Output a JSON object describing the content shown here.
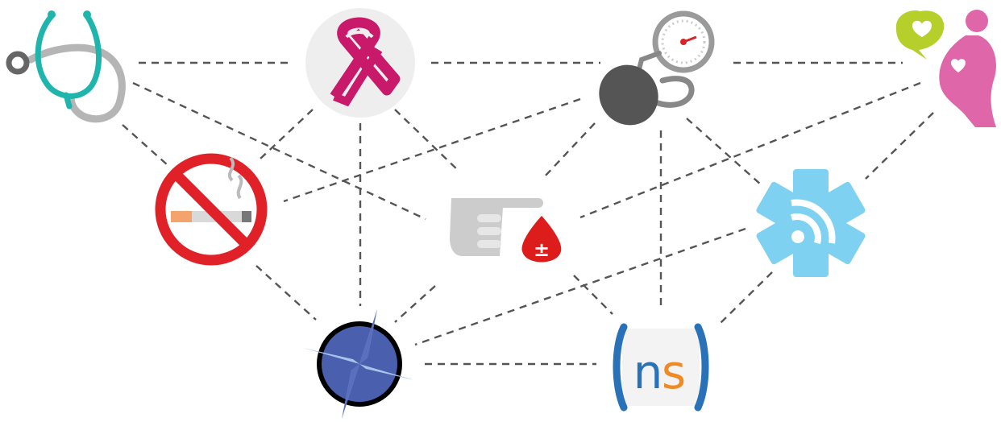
{
  "nodes": [
    {
      "id": "stethoscope",
      "icon": "stethoscope-icon",
      "color": "#1fb5ad"
    },
    {
      "id": "awareness-ribbon",
      "icon": "pink-ribbon-icon",
      "color": "#c8196b"
    },
    {
      "id": "blood-pressure",
      "icon": "blood-pressure-gauge-icon",
      "color": "#555555"
    },
    {
      "id": "maternal-health",
      "icon": "pregnant-woman-icon",
      "color": "#e066aa"
    },
    {
      "id": "no-smoking",
      "icon": "no-smoking-icon",
      "color": "#e02228"
    },
    {
      "id": "blood-glucose",
      "icon": "finger-blood-drop-icon",
      "color": "#dd1c1c"
    },
    {
      "id": "medical-feed",
      "icon": "star-of-life-rss-icon",
      "color": "#7fd1f2"
    },
    {
      "id": "compass",
      "icon": "compass-star-icon",
      "color": "#4a5fae"
    },
    {
      "id": "ns-logo",
      "icon": "ns-logo-icon",
      "color": "#2a72b8"
    }
  ],
  "ns_logo": {
    "text_n": "n",
    "text_s": "s",
    "color_n": "#2a72b8",
    "color_s": "#f08a24"
  },
  "glucose_symbol": "±",
  "connector_color": "#555555"
}
